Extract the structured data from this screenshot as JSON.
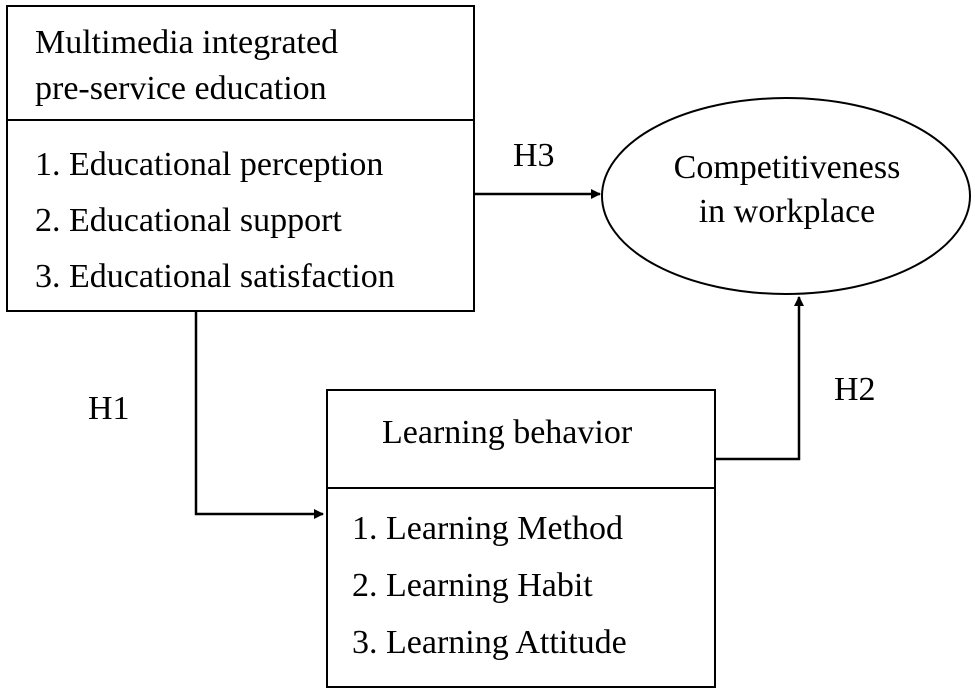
{
  "multimedia_box": {
    "title_line_1": "Multimedia integrated",
    "title_line_2": "pre-service education",
    "items": [
      "1. Educational perception",
      "2. Educational support",
      "3. Educational satisfaction"
    ]
  },
  "learning_box": {
    "title": "Learning behavior",
    "items": [
      "1. Learning Method",
      "2. Learning Habit",
      "3. Learning Attitude"
    ]
  },
  "outcome": {
    "line_1": "Competitiveness",
    "line_2": "in workplace"
  },
  "hypotheses": {
    "h1": "H1",
    "h2": "H2",
    "h3": "H3"
  }
}
